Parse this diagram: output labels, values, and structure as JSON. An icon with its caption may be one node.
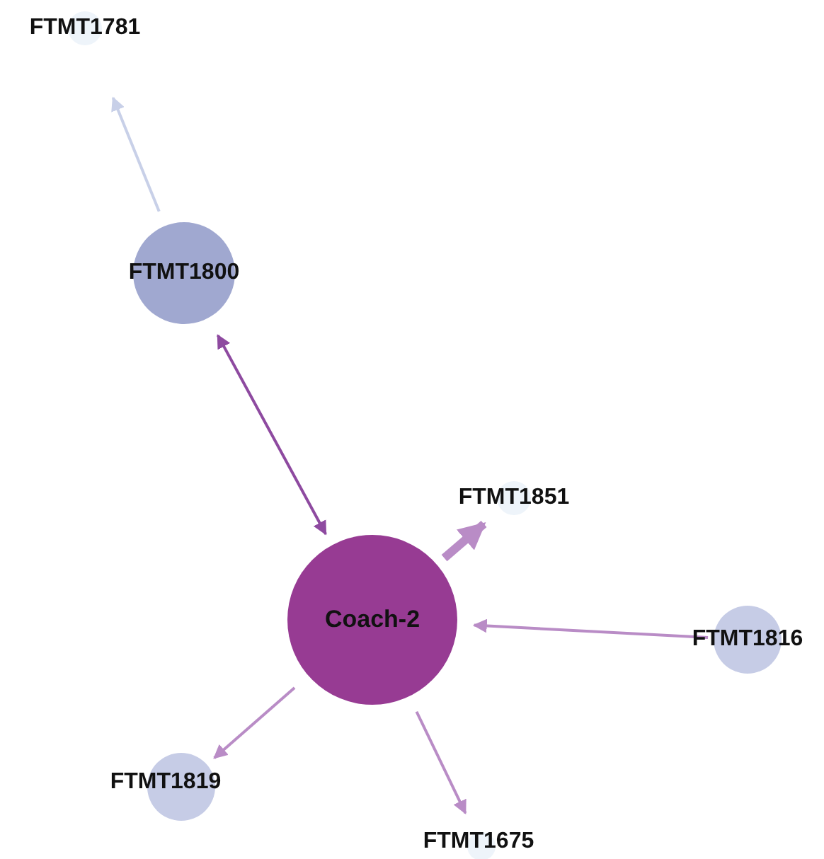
{
  "diagram": {
    "nodes": [
      {
        "text": [
          "FTMT1781"
        ]
      },
      {
        "text": [
          "FTMT1800"
        ]
      },
      {
        "text": [
          "Coach-2"
        ]
      },
      {
        "text": [
          "FTMT1851"
        ]
      },
      {
        "text": [
          "FTMT1816"
        ]
      },
      {
        "text": [
          "FTMT1819"
        ]
      },
      {
        "text": [
          "FTMT1675"
        ]
      }
    ],
    "edges": [
      {
        "from": 1,
        "to": 0,
        "arrow": "to",
        "color": "#c8d0e8"
      },
      {
        "from": 1,
        "to": 2,
        "arrow": "both",
        "color": "#8e4aa0"
      },
      {
        "from": 2,
        "to": 3,
        "arrow": "to",
        "style": "thick"
      },
      {
        "from": 4,
        "to": 2,
        "arrow": "to"
      },
      {
        "from": 2,
        "to": 5,
        "arrow": "to"
      },
      {
        "from": 2,
        "to": 6,
        "arrow": "to"
      }
    ]
  }
}
